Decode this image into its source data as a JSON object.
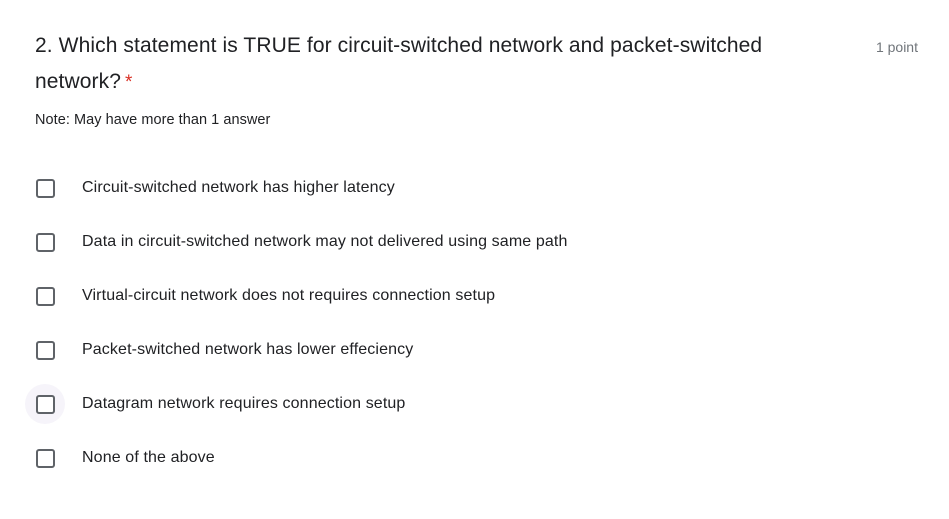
{
  "question": {
    "number_and_text": "2. Which statement is TRUE for circuit-switched network and packet-switched network?",
    "required_marker": "*",
    "points_label": "1 point",
    "note": "Note: May have more than 1 answer"
  },
  "options": [
    {
      "label": "Circuit-switched network has higher latency",
      "checked": false,
      "hovered": false
    },
    {
      "label": "Data in circuit-switched network may not delivered using same path",
      "checked": false,
      "hovered": false
    },
    {
      "label": "Virtual-circuit network does not requires connection setup",
      "checked": false,
      "hovered": false
    },
    {
      "label": "Packet-switched network has lower effeciency",
      "checked": false,
      "hovered": false
    },
    {
      "label": "Datagram network requires connection setup",
      "checked": false,
      "hovered": true
    },
    {
      "label": "None of the above",
      "checked": false,
      "hovered": false
    }
  ],
  "colors": {
    "background": "#ffffff",
    "text_primary": "#202124",
    "text_muted": "#70757a",
    "required_red": "#d93025",
    "checkbox_border": "#5f6368",
    "hover_circle": "#f6f4fa"
  }
}
